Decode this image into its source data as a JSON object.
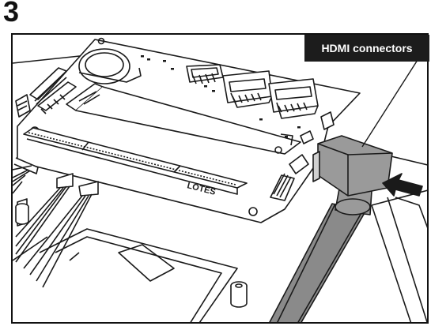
{
  "step_number": "3",
  "callout_label": "HDMI connectors",
  "board_marking": "LOTES",
  "colors": {
    "line": "#1a1a1a",
    "callout_bg": "#1c1c1c",
    "callout_text": "#ffffff",
    "connector_fill": "#9a9a9a",
    "cable_fill": "#8a8a8a"
  }
}
